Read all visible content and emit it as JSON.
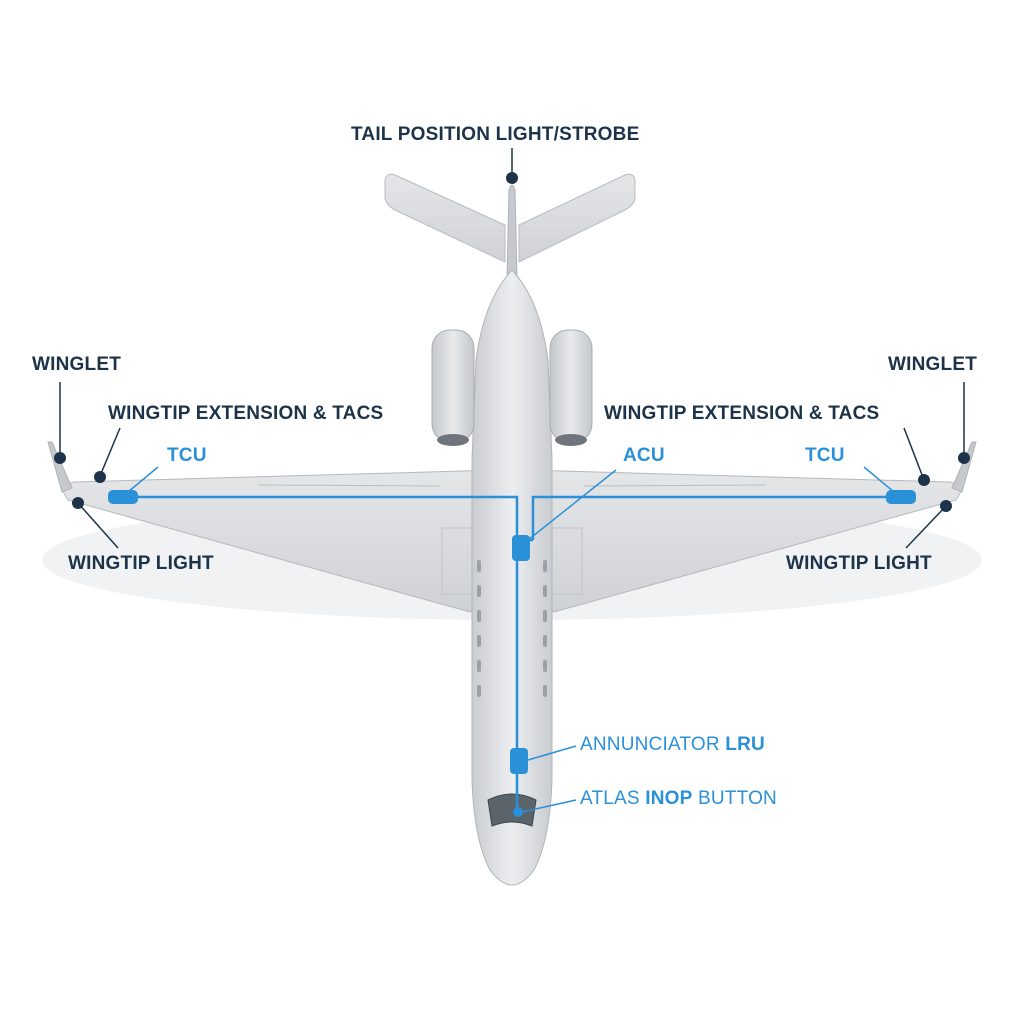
{
  "colors": {
    "dark_label": "#1d3349",
    "accent_blue": "#2a90d8",
    "airframe": "#d9dcdf",
    "airframe_shade": "#c3c7cb"
  },
  "labels": {
    "tail_position": "TAIL POSITION LIGHT/STROBE",
    "winglet_left": "WINGLET",
    "winglet_right": "WINGLET",
    "wingtip_ext_left": "WINGTIP EXTENSION & TACS",
    "wingtip_ext_right": "WINGTIP EXTENSION & TACS",
    "tcu_left": "TCU",
    "tcu_right": "TCU",
    "acu": "ACU",
    "wingtip_light_left": "WINGTIP LIGHT",
    "wingtip_light_right": "WINGTIP LIGHT",
    "annunciator_prefix": "ANNUNCIATOR",
    "annunciator_bold": "LRU",
    "atlas_prefix": "ATLAS",
    "atlas_bold": "INOP",
    "atlas_suffix": "BUTTON"
  }
}
